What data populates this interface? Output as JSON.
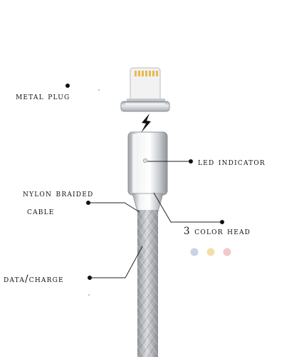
{
  "labels": {
    "metal_plug": "METAL PLUG",
    "led_indicator": "LED INDICATOR",
    "nylon_braided_line1": "NYLON BRAIDED",
    "nylon_braided_line2": "CABLE",
    "color_head": "3 COLOR HEAD",
    "data_charge": "DATA/CHARGE"
  },
  "color_swatches": [
    "#c9d3e6",
    "#f3dfa7",
    "#f2c9c9"
  ],
  "colors": {
    "cable": "#b9bcc2",
    "metal": "#d9dadc",
    "bolt": "#111111"
  }
}
